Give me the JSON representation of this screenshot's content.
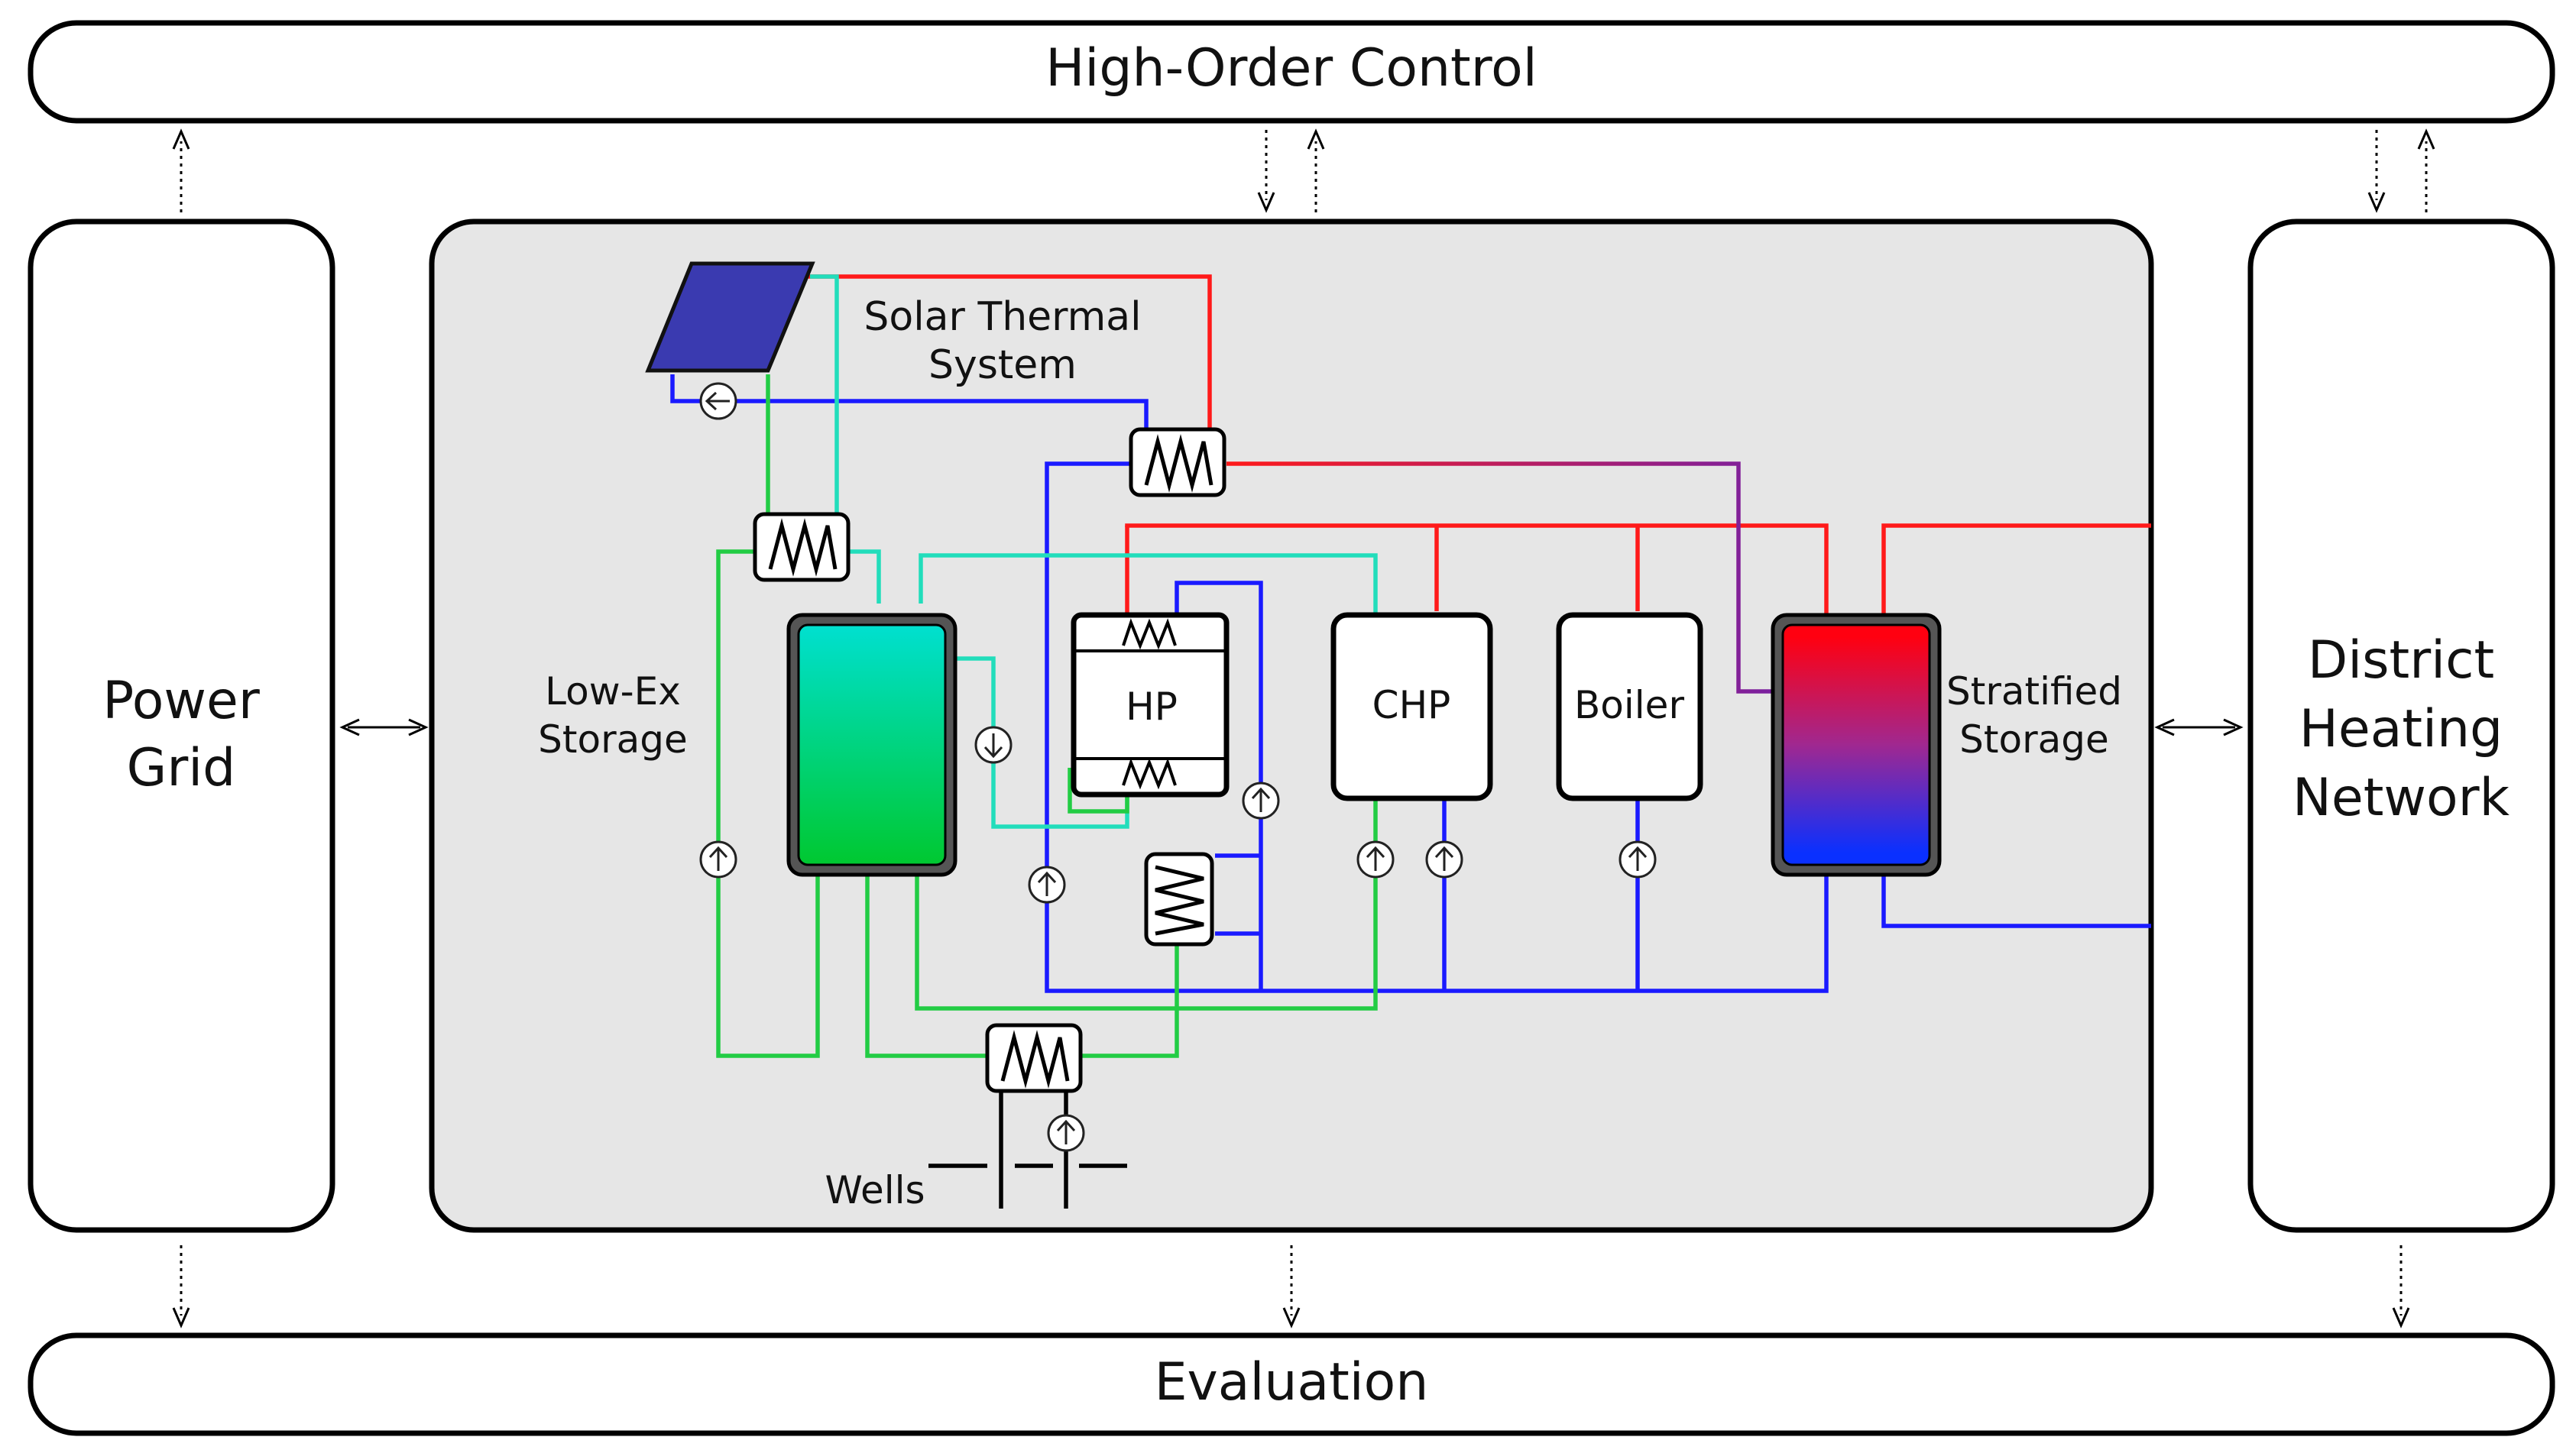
{
  "top_bar": {
    "label": "High-Order Control"
  },
  "bottom_bar": {
    "label": "Evaluation"
  },
  "left_block": {
    "label_line1": "Power",
    "label_line2": "Grid"
  },
  "right_block": {
    "label_line1": "District",
    "label_line2": "Heating",
    "label_line3": "Network"
  },
  "plant": {
    "solar": {
      "label_line1": "Solar Thermal",
      "label_line2": "System"
    },
    "lowex": {
      "label_line1": "Low-Ex",
      "label_line2": "Storage"
    },
    "hp": {
      "label": "HP"
    },
    "chp": {
      "label": "CHP"
    },
    "boiler": {
      "label": "Boiler"
    },
    "stratified": {
      "label_line1": "Stratified",
      "label_line2": "Storage"
    },
    "wells": {
      "label": "Wells"
    }
  },
  "colors": {
    "red": "#ff1a1a",
    "blue": "#1a1aff",
    "green": "#22cc44",
    "cyan": "#22ddbb",
    "magenta": "#b0206a",
    "panel": "#e6e6e6",
    "solar_panel": "#3a3ab0"
  }
}
